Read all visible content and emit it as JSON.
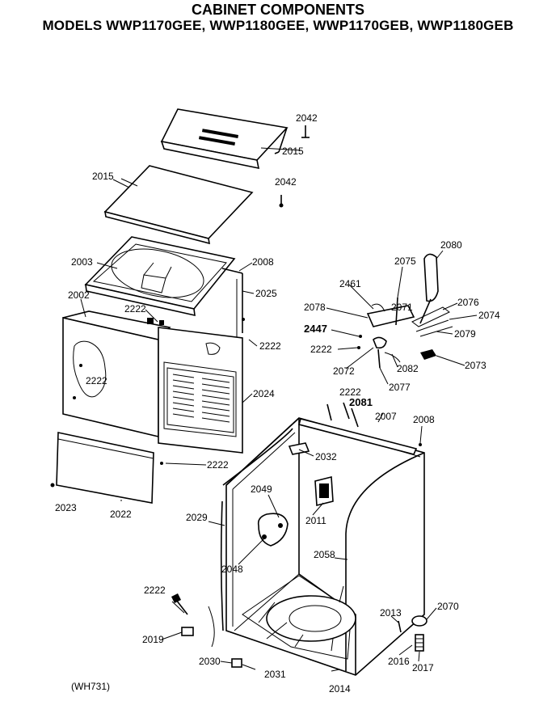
{
  "header": {
    "title": "CABINET COMPONENTS",
    "models": "MODELS WWP1170GEE, WWP1180GEE, WWP1170GEB, WWP1180GEB"
  },
  "footer": {
    "ref": "(WH731)"
  },
  "parts": {
    "p2042a": "2042",
    "p2015a": "2015",
    "p2015b": "2015",
    "p2042b": "2042",
    "p2003": "2003",
    "p2008a": "2008",
    "p2025": "2025",
    "p2002": "2002",
    "p2222a": "2222",
    "p2222b": "2222",
    "p2222c": "2222",
    "p2024": "2024",
    "p2222d": "2222",
    "p2023": "2023",
    "p2022": "2022",
    "p2080": "2080",
    "p2075": "2075",
    "p2461": "2461",
    "p2078": "2078",
    "p2071": "2071",
    "p2076": "2076",
    "p2074": "2074",
    "p2447": "2447",
    "p2079": "2079",
    "p2222e": "2222",
    "p2072": "2072",
    "p2082": "2082",
    "p2073": "2073",
    "p2077": "2077",
    "p2222f": "2222",
    "p2081": "2081",
    "p2007": "2007",
    "p2008b": "2008",
    "p2032": "2032",
    "p2049": "2049",
    "p2011": "2011",
    "p2029": "2029",
    "p2048": "2048",
    "p2058": "2058",
    "p2222g": "2222",
    "p2013": "2013",
    "p2070": "2070",
    "p2019": "2019",
    "p2016": "2016",
    "p2017": "2017",
    "p2030": "2030",
    "p2031": "2031",
    "p2014": "2014"
  }
}
